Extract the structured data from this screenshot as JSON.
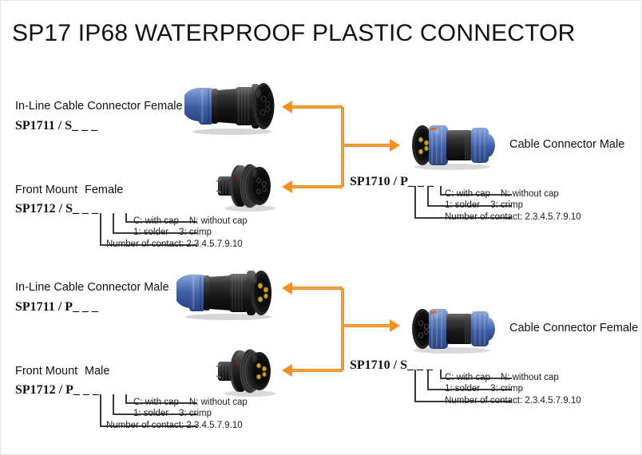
{
  "title": "SP17 IP68 WATERPROOF PLASTIC CONNECTOR",
  "legend_common": {
    "cap": "C:  with  cap",
    "cap2": "N:  without  cap",
    "term": "1:  solder",
    "term2": "3:  crimp",
    "contacts": "Number  of  contact:  2.3.4.5.7.9.10"
  },
  "items": {
    "inline_female": {
      "name": "In-Line Cable Connector Female",
      "part": "SP1711 / S",
      "suffix": "_   _ _"
    },
    "front_female": {
      "name_a": "Front Mount",
      "name_b": "Female",
      "part": "SP1712 / S",
      "suffix": "_ _ _"
    },
    "cable_male": {
      "name": "Cable Connector Male",
      "part": "SP1710 / P",
      "suffix": "_ _ _"
    },
    "inline_male": {
      "name": "In-Line Cable Connector Male",
      "part": "SP1711 / P",
      "suffix": "_   _ _"
    },
    "front_male": {
      "name_a": "Front Mount",
      "name_b": "Male",
      "part": "SP1712 / P",
      "suffix": "_ _ _"
    },
    "cable_female": {
      "name": "Cable Connector Female",
      "part": "SP1710 / S",
      "suffix": "_ _ _"
    }
  },
  "colors": {
    "arrow": "#F29020",
    "body_black": "#1c1c1c",
    "shell_blue": "#4f6fb5",
    "pin_gold": "#c9a227",
    "text": "#111111"
  }
}
